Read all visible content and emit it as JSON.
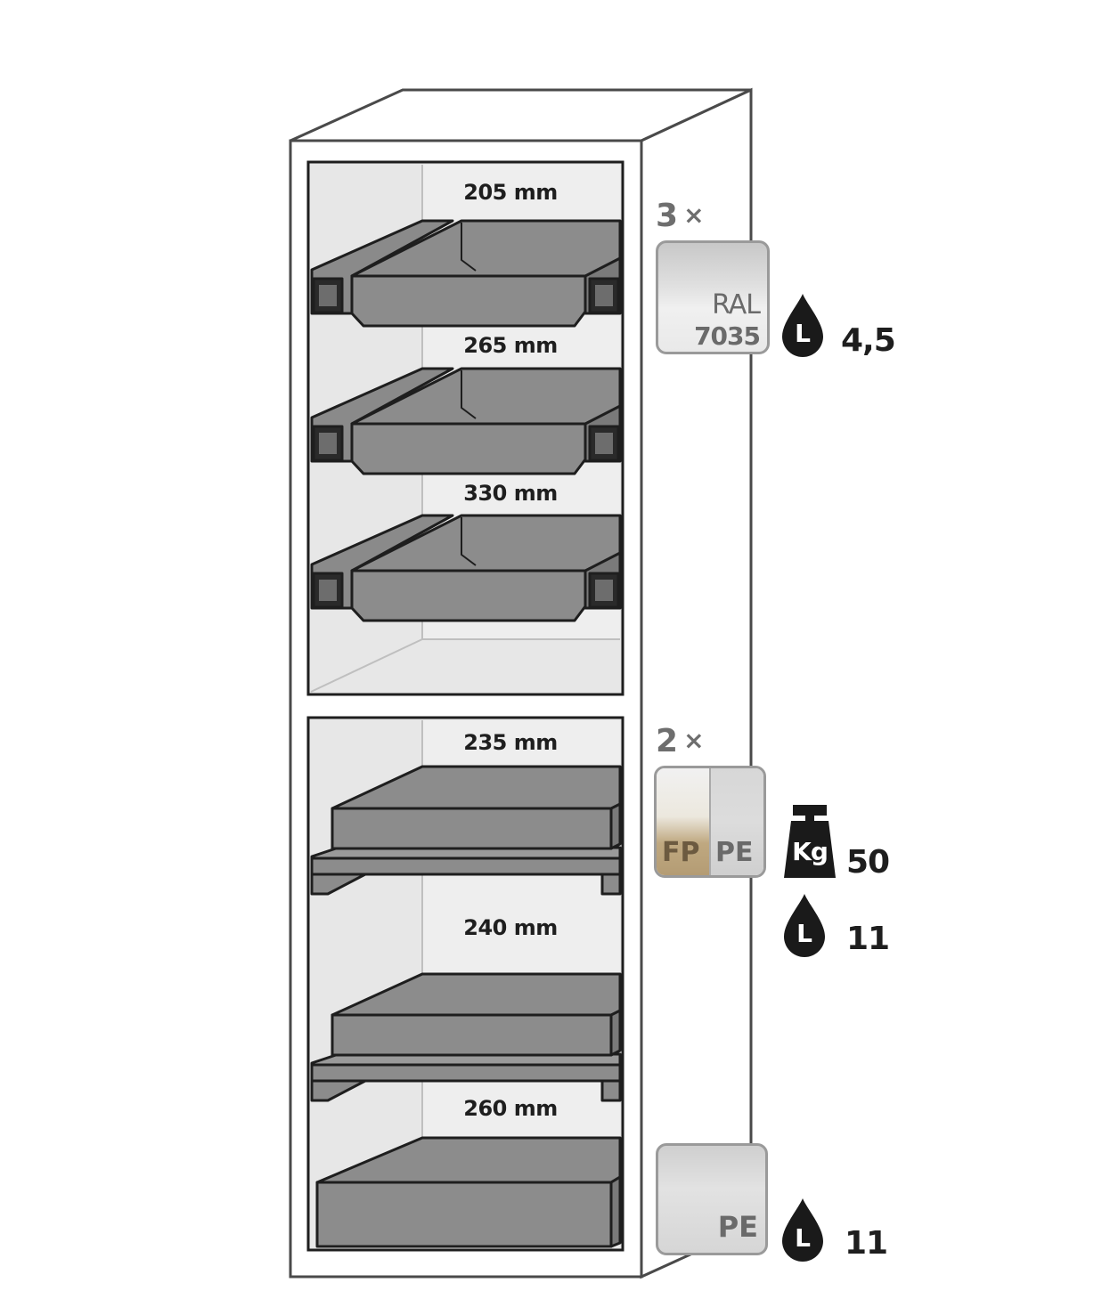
{
  "cabinet": {
    "upper_compartment": {
      "shelves": [
        {
          "height_label": "205 mm"
        },
        {
          "height_label": "265 mm"
        },
        {
          "height_label": "330 mm"
        }
      ]
    },
    "lower_compartment": {
      "shelves": [
        {
          "height_label": "235 mm"
        },
        {
          "height_label": "240 mm"
        },
        {
          "height_label": "260 mm"
        }
      ]
    }
  },
  "legend": {
    "upper": {
      "quantity": "3",
      "times": "×",
      "tile_line1": "RAL",
      "tile_line2": "7035",
      "capacity_icon": "drop-liter-icon",
      "capacity_icon_letter": "L",
      "capacity_value": "4,5"
    },
    "middle": {
      "quantity": "2",
      "times": "×",
      "tile_left": "FP",
      "tile_right": "PE",
      "weight_icon": "weight-kg-icon",
      "weight_icon_letter": "Kg",
      "weight_value": "50",
      "capacity_icon": "drop-liter-icon",
      "capacity_icon_letter": "L",
      "capacity_value": "11"
    },
    "bottom": {
      "tile_label": "PE",
      "capacity_icon": "drop-liter-icon",
      "capacity_icon_letter": "L",
      "capacity_value": "11"
    }
  },
  "colors": {
    "outline": "#1e1e1e",
    "tray_fill": "#8c8c8c",
    "tray_dark": "#7a7a7a",
    "interior": "#e4e4e4",
    "cabinet_body": "#ffffff",
    "tile_border": "#9a9a9a"
  }
}
